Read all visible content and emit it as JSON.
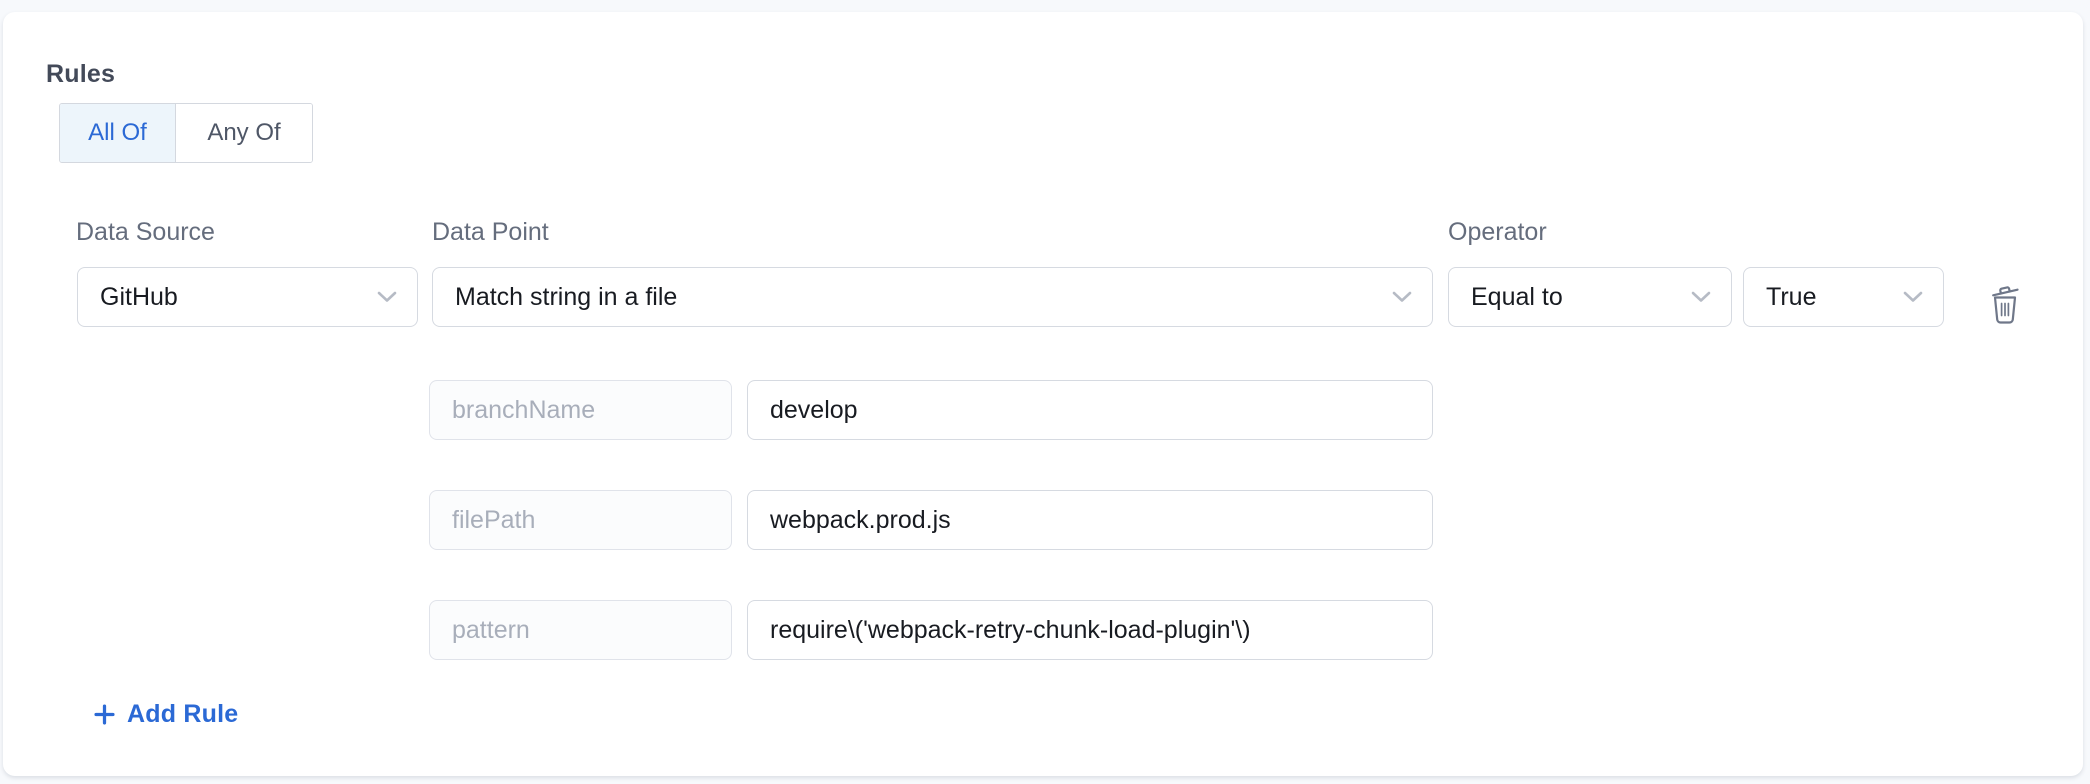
{
  "rules": {
    "title": "Rules",
    "match_mode": {
      "options": [
        {
          "label": "All Of",
          "selected": true
        },
        {
          "label": "Any Of",
          "selected": false
        }
      ]
    },
    "rule": {
      "data_source": {
        "label": "Data Source",
        "value": "GitHub"
      },
      "data_point": {
        "label": "Data Point",
        "value": "Match string in a file"
      },
      "operator": {
        "label": "Operator",
        "value": "Equal to"
      },
      "expected": {
        "value": "True"
      },
      "params": [
        {
          "key": "branchName",
          "value": "develop"
        },
        {
          "key": "filePath",
          "value": "webpack.prod.js"
        },
        {
          "key": "pattern",
          "value": "require\\('webpack-retry-chunk-load-plugin'\\)"
        }
      ]
    },
    "add_rule_label": "Add Rule"
  },
  "colors": {
    "accent_blue": "#2b69d5",
    "active_segment_bg": "#edf5fb",
    "border": "#d6dae1",
    "label_gray": "#656d7d",
    "placeholder_gray": "#a8aeba",
    "text_dark": "#181b21",
    "page_bg": "#f7f9fc",
    "chevron_gray": "#b6bbc5",
    "trash_gray": "#6f7789"
  }
}
